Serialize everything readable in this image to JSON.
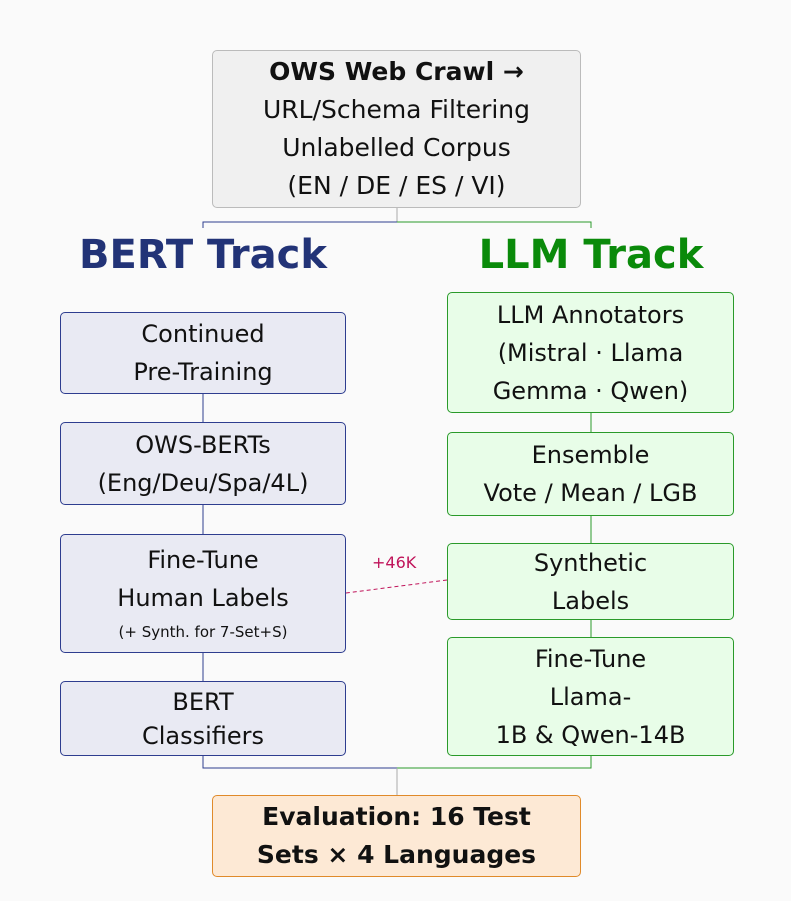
{
  "source": {
    "lines": [
      "OWS Web Crawl →",
      "URL/Schema Filtering",
      "Unlabelled Corpus",
      "(EN / DE / ES / VI)"
    ]
  },
  "tracks": {
    "bert": "BERT Track",
    "llm": "LLM Track"
  },
  "bert_steps": [
    {
      "lines": [
        "Continued",
        "Pre-Training"
      ]
    },
    {
      "lines": [
        "OWS-BERTs",
        "(Eng/Deu/Spa/4L)"
      ]
    },
    {
      "lines": [
        "Fine-Tune",
        "Human Labels"
      ],
      "note": "(+ Synth. for  7-Set+S)"
    },
    {
      "lines": [
        "BERT",
        "Classifiers"
      ]
    }
  ],
  "llm_steps": [
    {
      "lines": [
        "LLM Annotators",
        "(Mistral · Llama",
        "Gemma · Qwen)"
      ]
    },
    {
      "lines": [
        "Ensemble",
        "Vote / Mean / LGB"
      ]
    },
    {
      "lines": [
        "Synthetic",
        "Labels"
      ]
    },
    {
      "lines": [
        "Fine-Tune",
        "Llama-",
        "1B & Qwen-14B"
      ]
    }
  ],
  "synthetic_link_label": "+46K",
  "evaluation": {
    "lines": [
      "Evaluation: 16 Test",
      "Sets × 4 Languages"
    ]
  },
  "colors": {
    "bert": "#223377",
    "llm": "#0a8a0a",
    "link": "#c0145a"
  }
}
